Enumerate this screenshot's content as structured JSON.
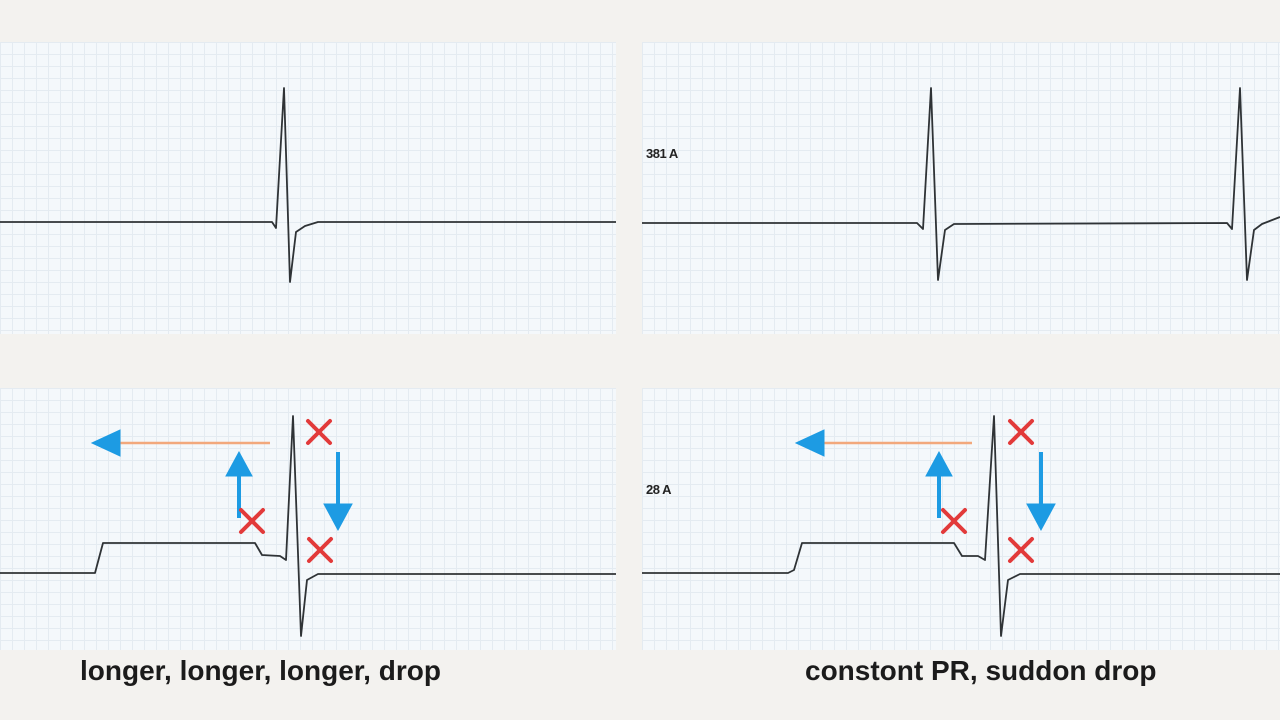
{
  "panels": {
    "top_right": {
      "label": "381 A"
    },
    "bottom_right": {
      "label": "28 A"
    }
  },
  "captions": {
    "left": "longer, longer, longer, drop",
    "right": "constont PR, suddon drop"
  },
  "colors": {
    "trace": "#2f3336",
    "pr_bar": "#f2a87c",
    "arrow": "#1d9be3",
    "cross": "#e23a3a",
    "grid": "#e4ebf1"
  },
  "icons": [
    "left-arrow-icon",
    "up-arrow-icon",
    "down-arrow-icon",
    "cross-icon"
  ]
}
